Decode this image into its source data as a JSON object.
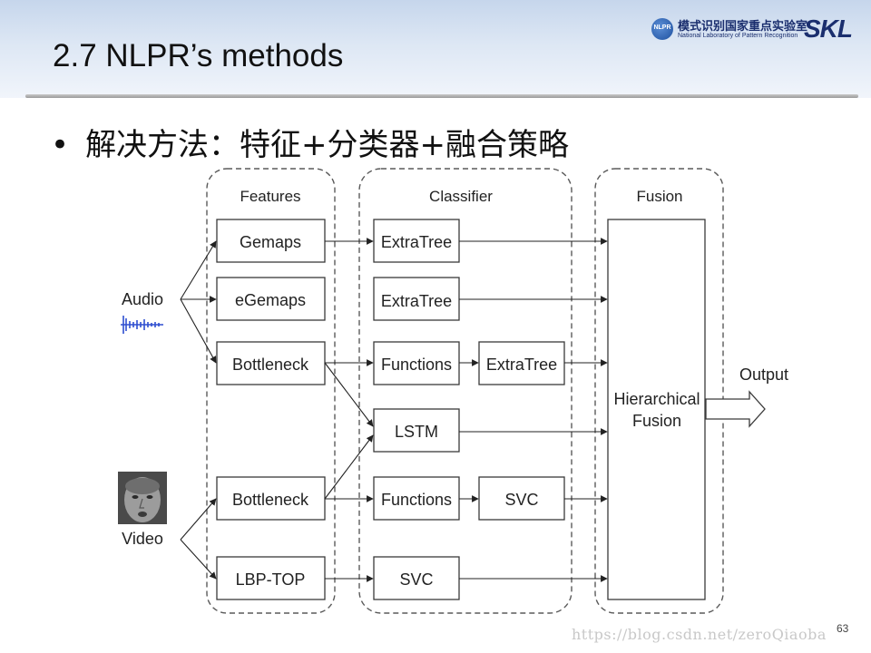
{
  "slide": {
    "title": "2.7 NLPR’s methods",
    "bullet_symbol": "•",
    "bullet": "解决方法：特征+分类器+融合策略",
    "page_number": "63",
    "watermark": "https://blog.csdn.net/zeroQiaoba"
  },
  "logo": {
    "emblem": "NLPR",
    "cn": "模式识别国家重点实验室",
    "en": "National Laboratory of Pattern Recognition",
    "mark": "SKL"
  },
  "diagram": {
    "groups": {
      "features": "Features",
      "classifier": "Classifier",
      "fusion": "Fusion"
    },
    "inputs": {
      "audio": "Audio",
      "video": "Video"
    },
    "features": [
      "Gemaps",
      "eGemaps",
      "Bottleneck",
      "Bottleneck",
      "LBP-TOP"
    ],
    "classifiers": [
      "ExtraTree",
      "ExtraTree",
      "Functions",
      "ExtraTree",
      "LSTM",
      "Functions",
      "SVC",
      "SVC"
    ],
    "fusion_label_line1": "Hierarchical",
    "fusion_label_line2": "Fusion",
    "output": "Output",
    "colors": {
      "stroke": "#3a3a3a",
      "dashed": "#5a5a5a",
      "waveform": "#2f4fd0"
    }
  }
}
